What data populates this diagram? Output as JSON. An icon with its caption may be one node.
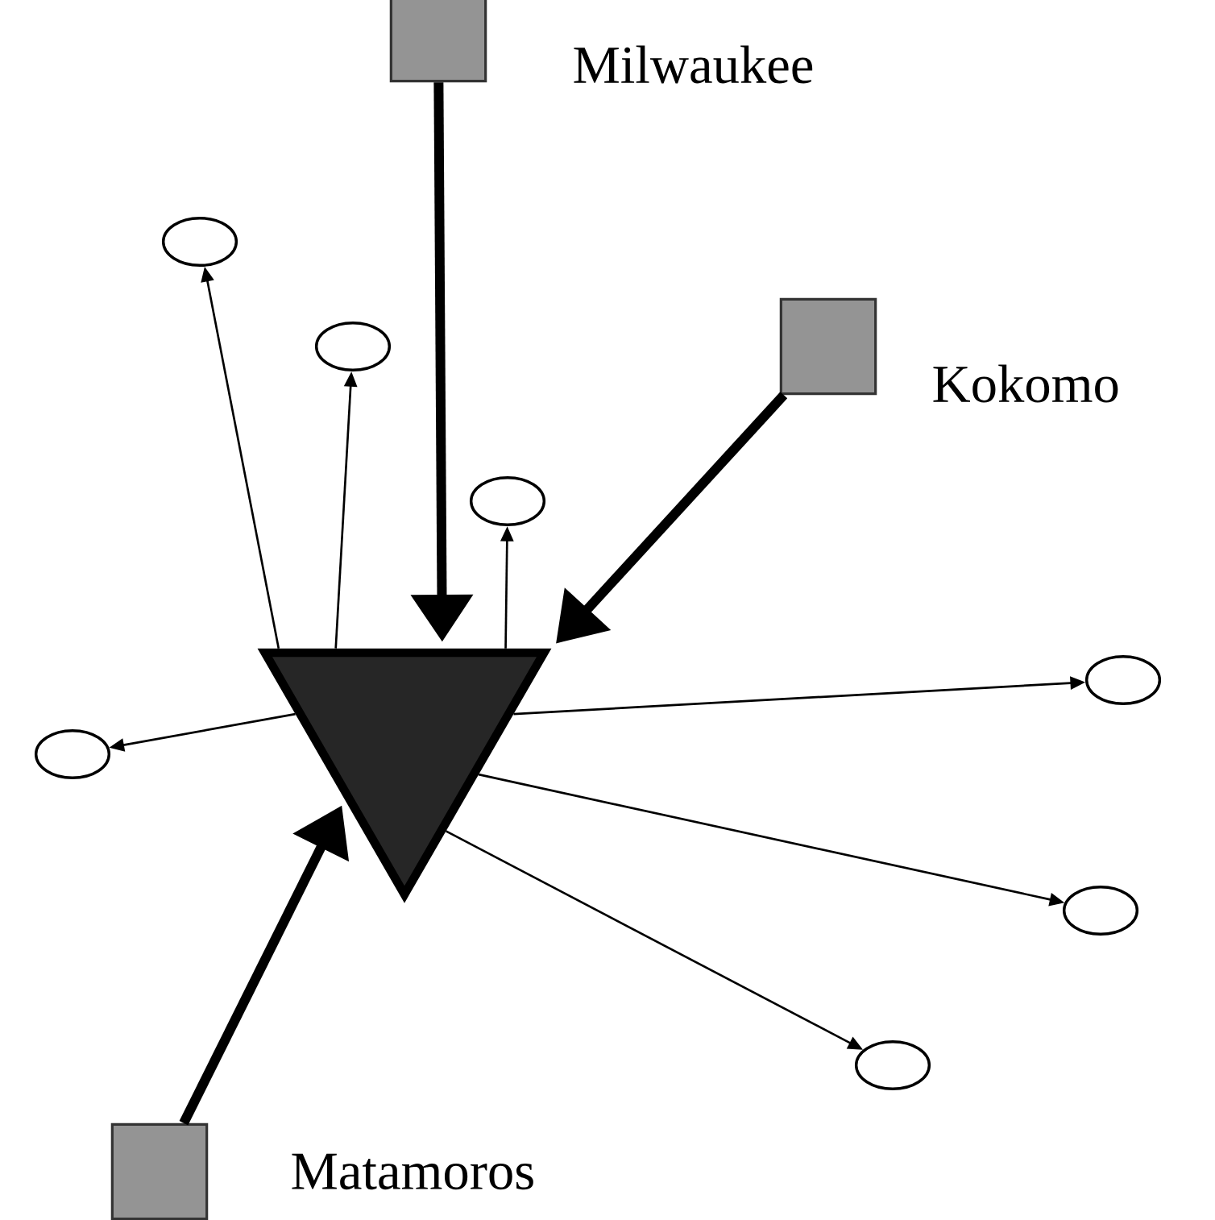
{
  "diagram": {
    "nodes": [
      {
        "text": [],
        "shape": "box",
        "beside": [
          "Milwaukee"
        ]
      },
      {
        "text": [],
        "shape": "ellipse"
      },
      {
        "text": [],
        "shape": "box",
        "beside": [
          "Kokomo"
        ]
      },
      {
        "text": [],
        "shape": "ellipse"
      },
      {
        "text": [],
        "shape": "ellipse"
      },
      {
        "text": [],
        "shape": "triangle"
      },
      {
        "text": [],
        "shape": "ellipse"
      },
      {
        "text": [],
        "shape": "ellipse"
      },
      {
        "text": [],
        "shape": "ellipse"
      },
      {
        "text": [],
        "shape": "ellipse"
      },
      {
        "text": [],
        "shape": "box",
        "beside": [
          "Matamoros"
        ]
      }
    ],
    "edges": [
      {
        "from": 0,
        "to": 5,
        "arrow": "to",
        "style": "thick"
      },
      {
        "from": 2,
        "to": 5,
        "arrow": "to",
        "style": "thick"
      },
      {
        "from": 10,
        "to": 5,
        "arrow": "to",
        "style": "thick"
      },
      {
        "from": 5,
        "to": 1,
        "arrow": "to"
      },
      {
        "from": 5,
        "to": 3,
        "arrow": "to"
      },
      {
        "from": 5,
        "to": 4,
        "arrow": "to"
      },
      {
        "from": 5,
        "to": 7,
        "arrow": "to"
      },
      {
        "from": 5,
        "to": 6,
        "arrow": "to"
      },
      {
        "from": 5,
        "to": 8,
        "arrow": "to"
      },
      {
        "from": 5,
        "to": 9,
        "arrow": "to"
      }
    ]
  }
}
